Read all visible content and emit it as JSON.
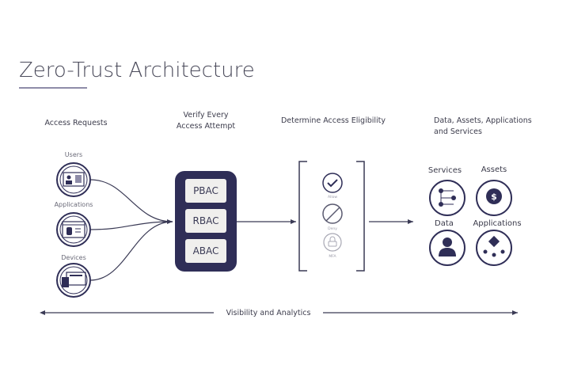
{
  "title": "Zero-Trust Architecture",
  "columns": {
    "access_requests": "Access Requests",
    "verify": [
      "Verify Every",
      "Access Attempt"
    ],
    "eligibility": "Determine Access Eligibility",
    "resources": [
      "Data, Assets, Applications",
      "and Services"
    ]
  },
  "requesters": [
    {
      "label": "Users",
      "icon": "users-icon"
    },
    {
      "label": "Applications",
      "icon": "application-window-icon"
    },
    {
      "label": "Devices",
      "icon": "devices-icon"
    }
  ],
  "policies": [
    "PBAC",
    "RBAC",
    "ABAC"
  ],
  "decisions": [
    {
      "label": "Allow",
      "icon": "check-icon"
    },
    {
      "label": "Deny",
      "icon": "deny-icon"
    },
    {
      "label": "MFA",
      "icon": "lock-icon"
    }
  ],
  "resources": [
    {
      "label": "Services",
      "icon": "services-icon"
    },
    {
      "label": "Assets",
      "icon": "dollar-icon"
    },
    {
      "label": "Data",
      "icon": "person-icon"
    },
    {
      "label": "Applications",
      "icon": "app-nodes-icon"
    }
  ],
  "footer": "Visibility and Analytics",
  "colors": {
    "navy": "#2f2e57",
    "box": "#f0efed",
    "line": "#3a3a55",
    "accent_line": "#8e8ca8"
  }
}
